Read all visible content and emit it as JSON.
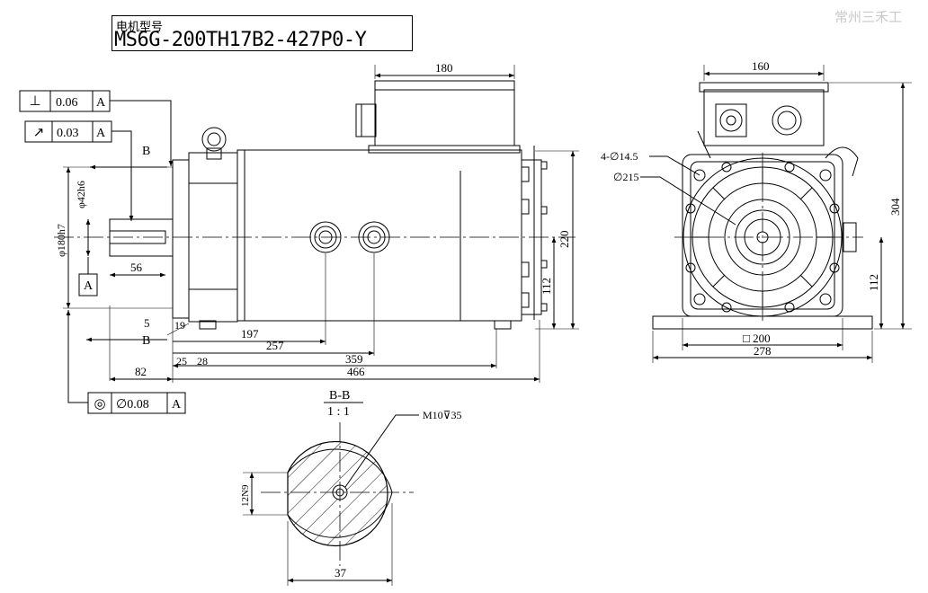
{
  "title": {
    "label": "电机型号",
    "model": "MS6G-200TH17B2-427P0-Y"
  },
  "watermark": "常州三禾工",
  "tolerance_frames": [
    {
      "symbol": "⊥",
      "value": "0.06",
      "datum": "A"
    },
    {
      "symbol": "↗",
      "value": "0.03",
      "datum": "A"
    },
    {
      "symbol": "◎",
      "value": "∅0.08",
      "datum": "A"
    }
  ],
  "datum_a": "A",
  "section_marks": {
    "top": "B",
    "bottom": "B"
  },
  "side_view": {
    "terminal_box_width": "180",
    "shaft_dia": "φ42h6",
    "spigot_dia": "φ180h7",
    "keyway_len": "56",
    "shaft_step": "5",
    "flange_thk": "19",
    "d197": "197",
    "d257": "257",
    "d25": "25",
    "d28": "28",
    "d359": "359",
    "d82": "82",
    "d466": "466",
    "height_220": "220",
    "center_112": "112"
  },
  "front_view": {
    "box_width": "160",
    "holes": "4-∅14.5",
    "pcd": "∅215",
    "height_304": "304",
    "center_112": "112",
    "base_square": "□ 200",
    "base_width": "278"
  },
  "section_view": {
    "title": "B-B",
    "scale": "1 : 1",
    "thread": "M10⊽35",
    "key_width": "12N9",
    "diameter": "37"
  }
}
